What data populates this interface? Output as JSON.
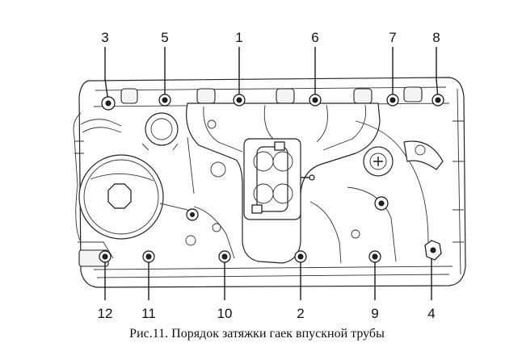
{
  "figure": {
    "caption": "Рис.11. Порядок затяжки гаек впускной трубы",
    "callouts_top": [
      {
        "id": "c3",
        "label": "3"
      },
      {
        "id": "c5",
        "label": "5"
      },
      {
        "id": "c1",
        "label": "1"
      },
      {
        "id": "c6",
        "label": "6"
      },
      {
        "id": "c7",
        "label": "7"
      },
      {
        "id": "c8",
        "label": "8"
      }
    ],
    "callouts_bottom": [
      {
        "id": "c12",
        "label": "12"
      },
      {
        "id": "c11",
        "label": "11"
      },
      {
        "id": "c10",
        "label": "10"
      },
      {
        "id": "c2",
        "label": "2"
      },
      {
        "id": "c9",
        "label": "9"
      },
      {
        "id": "c4",
        "label": "4"
      }
    ]
  }
}
